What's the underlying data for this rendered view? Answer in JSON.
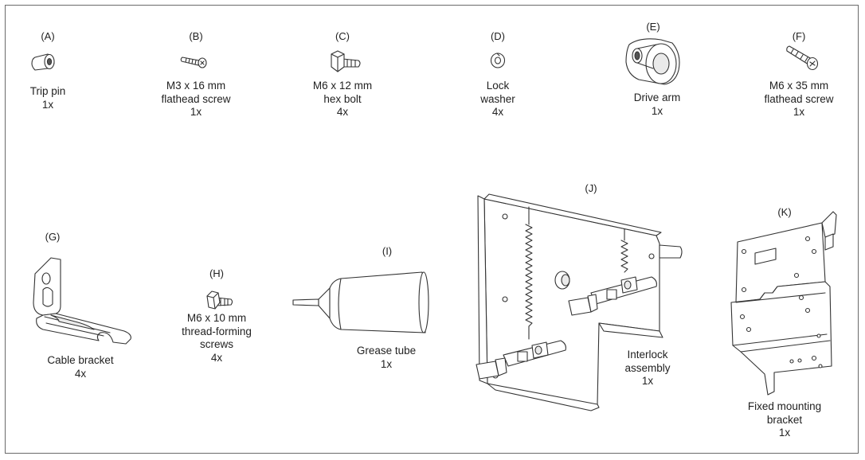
{
  "parts": [
    {
      "id": "A",
      "letter": "(A)",
      "lines": [
        "Trip pin"
      ],
      "qty": "1x",
      "icon": "trip-pin-icon"
    },
    {
      "id": "B",
      "letter": "(B)",
      "lines": [
        "M3 x 16 mm",
        "flathead screw"
      ],
      "qty": "1x",
      "icon": "flathead-screw-icon"
    },
    {
      "id": "C",
      "letter": "(C)",
      "lines": [
        "M6 x 12 mm",
        "hex bolt"
      ],
      "qty": "4x",
      "icon": "hex-bolt-icon"
    },
    {
      "id": "D",
      "letter": "(D)",
      "lines": [
        "Lock",
        "washer"
      ],
      "qty": "4x",
      "icon": "lock-washer-icon"
    },
    {
      "id": "E",
      "letter": "(E)",
      "lines": [
        "Drive arm"
      ],
      "qty": "1x",
      "icon": "drive-arm-icon"
    },
    {
      "id": "F",
      "letter": "(F)",
      "lines": [
        "M6 x 35 mm",
        "flathead screw"
      ],
      "qty": "1x",
      "icon": "long-flathead-screw-icon"
    },
    {
      "id": "G",
      "letter": "(G)",
      "lines": [
        "Cable bracket"
      ],
      "qty": "4x",
      "icon": "cable-bracket-icon"
    },
    {
      "id": "H",
      "letter": "(H)",
      "lines": [
        "M6 x 10 mm",
        "thread-forming",
        "screws"
      ],
      "qty": "4x",
      "icon": "thread-forming-screw-icon"
    },
    {
      "id": "I",
      "letter": "(I)",
      "lines": [
        "Grease tube"
      ],
      "qty": "1x",
      "icon": "grease-tube-icon"
    },
    {
      "id": "J",
      "letter": "(J)",
      "lines": [
        "Interlock",
        "assembly"
      ],
      "qty": "1x",
      "icon": "interlock-assembly-icon"
    },
    {
      "id": "K",
      "letter": "(K)",
      "lines": [
        "Fixed mounting",
        "bracket"
      ],
      "qty": "1x",
      "icon": "fixed-mounting-bracket-icon"
    }
  ]
}
